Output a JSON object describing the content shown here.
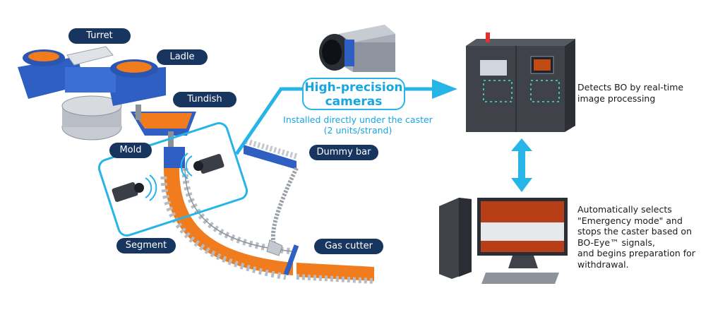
{
  "labels": {
    "turret": "Turret",
    "ladle": "Ladle",
    "tundish": "Tundish",
    "mold": "Mold",
    "dummy_bar": "Dummy bar",
    "segment": "Segment",
    "gas_cutter": "Gas cutter"
  },
  "camera_label": {
    "line1": "High-precision",
    "line2": "cameras"
  },
  "camera_note": {
    "line1": "Installed directly under the caster",
    "line2": "(2 units/strand)"
  },
  "detect_note": {
    "line1": "Detects BO by real-time",
    "line2": "image processing"
  },
  "action_note": {
    "line1": "Automatically selects",
    "line2": "\"Emergency mode\" and",
    "line3": "stops the caster based on",
    "line4": "BO-Eye™ signals,",
    "line5": "and begins preparation for",
    "line6": "withdrawal."
  },
  "colors": {
    "pill_bg": "#17355f",
    "accent_blue": "#27b4e6",
    "steel_orange": "#f07c1e",
    "equipment_blue": "#2f5fc2"
  }
}
